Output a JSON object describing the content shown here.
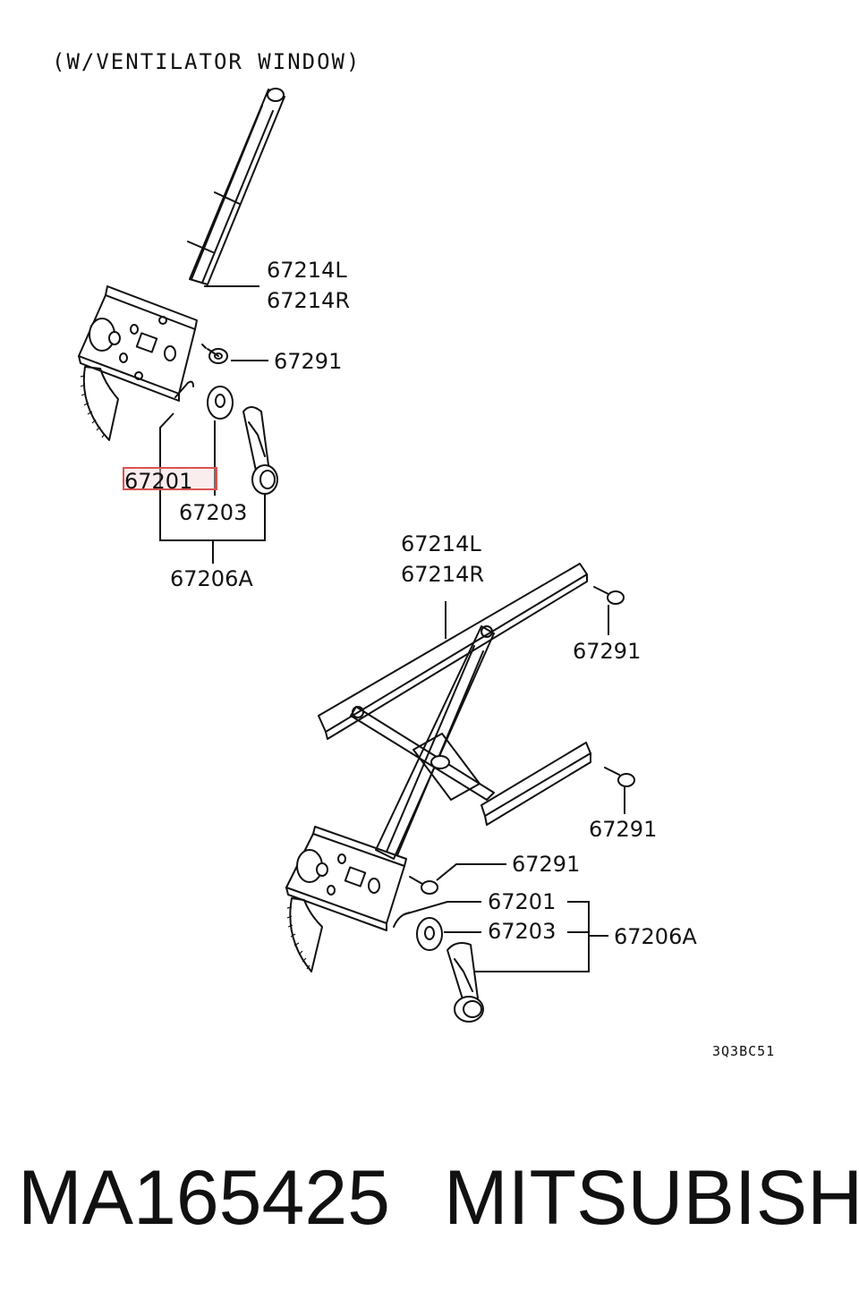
{
  "header": {
    "variant_note": "(W/VENTILATOR WINDOW)"
  },
  "upper": {
    "regulator_l": "67214L",
    "regulator_r": "67214R",
    "bolt": "67291",
    "clip_highlighted": "67201",
    "escutcheon": "67203",
    "handle_set": "67206A"
  },
  "lower": {
    "regulator_l": "67214L",
    "regulator_r": "67214R",
    "bolt_top": "67291",
    "bolt_mid": "67291",
    "bolt_low": "67291",
    "clip": "67201",
    "escutcheon": "67203",
    "handle_set": "67206A"
  },
  "figure_code": "3Q3BC51",
  "footer": {
    "part_number": "MA165425",
    "brand": "MITSUBISHI"
  },
  "colors": {
    "highlight": "#d9534f",
    "line": "#111111"
  }
}
